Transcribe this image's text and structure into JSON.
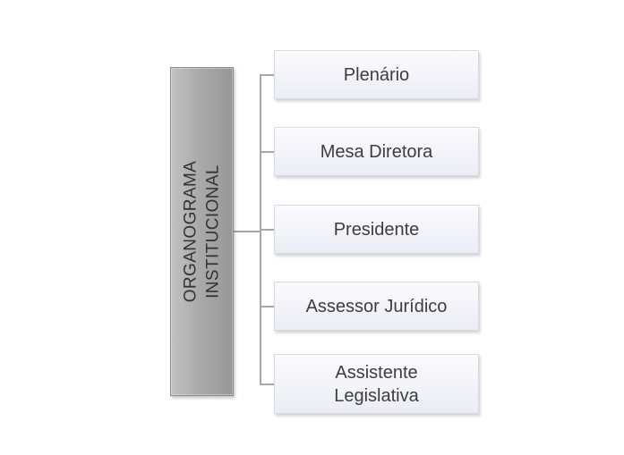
{
  "diagram": {
    "title": {
      "text": "ORGANOGRAMA\nINSTITUCIONAL"
    },
    "nodes": [
      {
        "label": "Plenário"
      },
      {
        "label": "Mesa Diretora"
      },
      {
        "label": "Presidente"
      },
      {
        "label": "Assessor Jurídico"
      },
      {
        "label": "Assistente Legislativa"
      }
    ],
    "colors": {
      "background": "#ffffff",
      "bar_fill": "#a6a6a6",
      "bar_border": "#8a8a8a",
      "node_fill": "#ececf5",
      "node_border": "#d8d8e4",
      "connector": "#a6a6a6",
      "text": "#3d3d3d"
    }
  }
}
